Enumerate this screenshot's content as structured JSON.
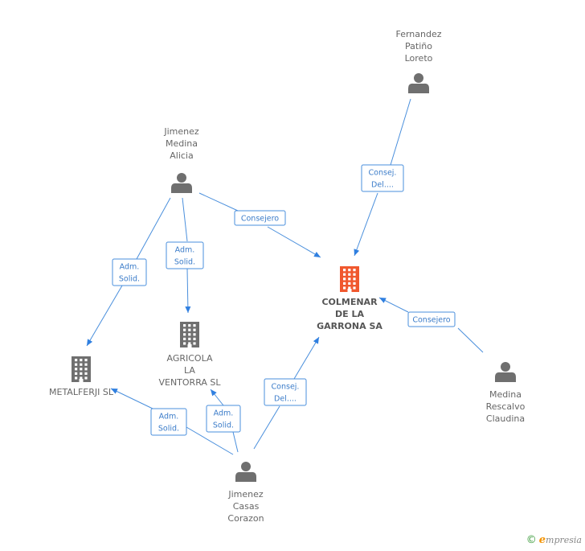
{
  "colors": {
    "edge": "#4a8fdc",
    "arrow": "#2f7fe0",
    "label_text": "#3b7cc9",
    "node_icon": "#6f6f6f",
    "main_company": "#f0582e",
    "node_text": "#666666"
  },
  "nodes": [
    {
      "id": "fernandez",
      "kind": "person",
      "lines": [
        "Fernandez",
        "Patiño",
        "Loreto"
      ]
    },
    {
      "id": "jimenez_medina",
      "kind": "person",
      "lines": [
        "Jimenez",
        "Medina",
        "Alicia"
      ]
    },
    {
      "id": "colmenar",
      "kind": "company",
      "main": true,
      "lines": [
        "COLMENAR",
        "DE LA",
        "GARRONA SA"
      ]
    },
    {
      "id": "agricola",
      "kind": "company",
      "lines": [
        "AGRICOLA",
        "LA",
        "VENTORRA SL"
      ]
    },
    {
      "id": "metalferji",
      "kind": "company",
      "lines": [
        "METALFERJI SL"
      ]
    },
    {
      "id": "medina_rescalvo",
      "kind": "person",
      "lines": [
        "Medina",
        "Rescalvo",
        "Claudina"
      ]
    },
    {
      "id": "jimenez_casas",
      "kind": "person",
      "lines": [
        "Jimenez",
        "Casas",
        "Corazon"
      ]
    }
  ],
  "edges": [
    {
      "from": "fernandez",
      "to": "colmenar",
      "label": [
        "Consej.",
        "Del...."
      ]
    },
    {
      "from": "jimenez_medina",
      "to": "colmenar",
      "label": [
        "Consejero"
      ]
    },
    {
      "from": "jimenez_medina",
      "to": "agricola",
      "label": [
        "Adm.",
        "Solid."
      ]
    },
    {
      "from": "jimenez_medina",
      "to": "metalferji",
      "label": [
        "Adm.",
        "Solid."
      ]
    },
    {
      "from": "medina_rescalvo",
      "to": "colmenar",
      "label": [
        "Consejero"
      ]
    },
    {
      "from": "jimenez_casas",
      "to": "colmenar",
      "label": [
        "Consej.",
        "Del...."
      ]
    },
    {
      "from": "jimenez_casas",
      "to": "agricola",
      "label": [
        "Adm.",
        "Solid."
      ]
    },
    {
      "from": "jimenez_casas",
      "to": "metalferji",
      "label": [
        "Adm.",
        "Solid."
      ]
    }
  ],
  "copyright": {
    "symbol": "©",
    "brand_initial": "e",
    "brand_rest": "mpresia"
  }
}
